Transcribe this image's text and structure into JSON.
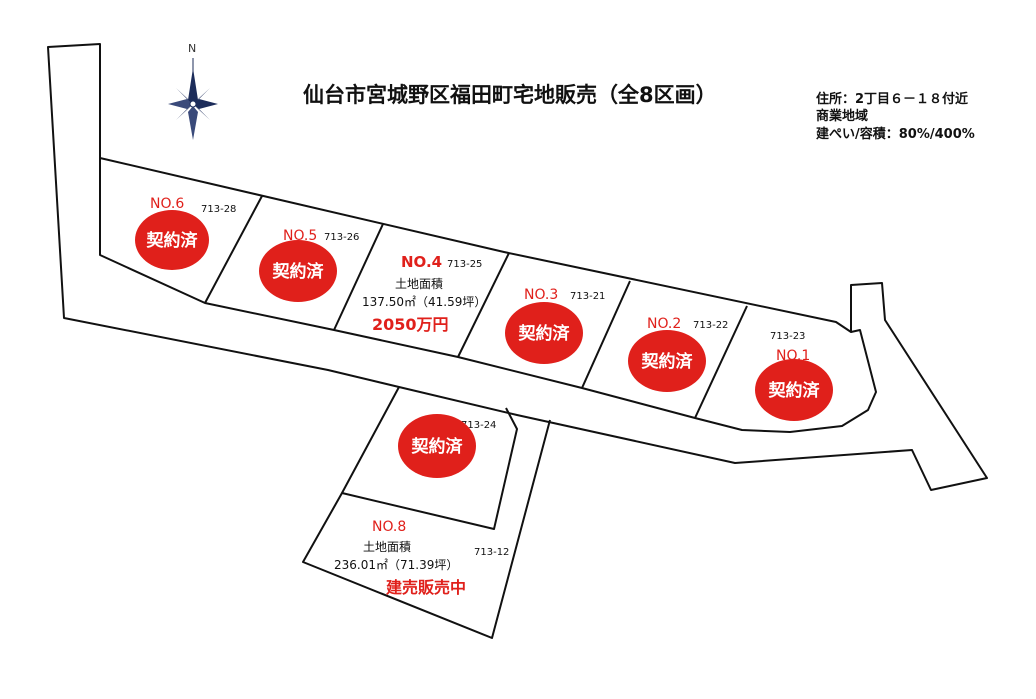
{
  "title": "仙台市宮城野区福田町宅地販売（全8区画）",
  "info": {
    "address": "住所：2丁目６－１８付近",
    "zoning": "商業地域",
    "ratio": "建ぺい/容積：80%/400%"
  },
  "compass": {
    "label": "N"
  },
  "sold_label": "契約済",
  "lots": [
    {
      "id": "lot-6",
      "no": "NO.6",
      "parcel": "713-28",
      "status": "sold"
    },
    {
      "id": "lot-5",
      "no": "NO.5",
      "parcel": "713-26",
      "status": "sold"
    },
    {
      "id": "lot-4",
      "no": "NO.4",
      "parcel": "713-25",
      "status": "available",
      "area_label": "土地面積",
      "area": "137.50㎡（41.59坪）",
      "price": "2050万円"
    },
    {
      "id": "lot-3",
      "no": "NO.3",
      "parcel": "713-21",
      "status": "sold"
    },
    {
      "id": "lot-2",
      "no": "NO.2",
      "parcel": "713-22",
      "status": "sold"
    },
    {
      "id": "lot-1",
      "no": "NO.1",
      "parcel": "713-23",
      "status": "sold"
    },
    {
      "id": "lot-7",
      "no": "",
      "parcel": "713-24",
      "status": "sold"
    },
    {
      "id": "lot-8",
      "no": "NO.8",
      "parcel": "713-12",
      "status": "selling",
      "area_label": "土地面積",
      "area": "236.01㎡（71.39坪）",
      "status_text": "建売販売中"
    }
  ]
}
